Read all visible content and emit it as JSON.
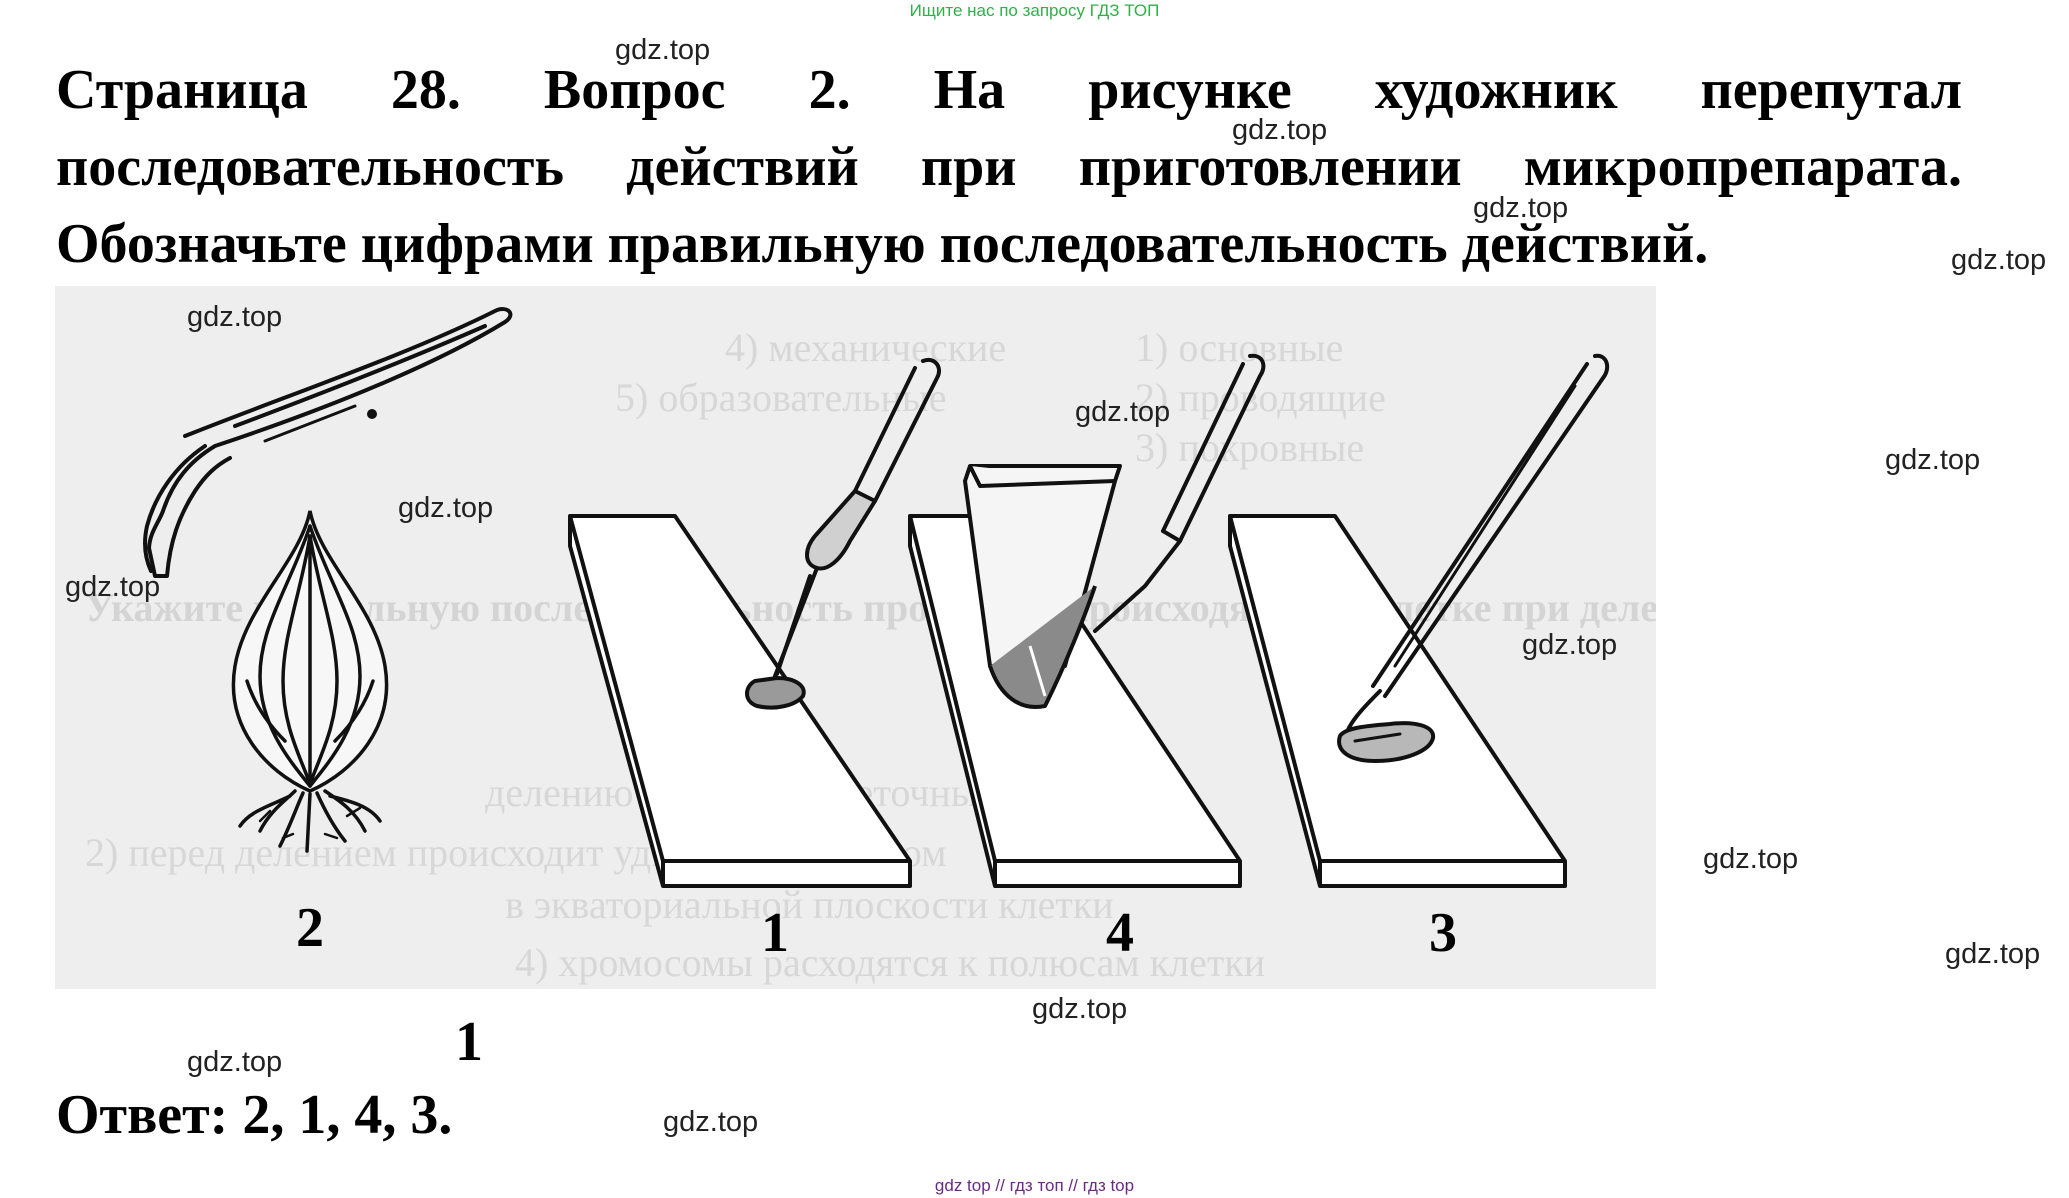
{
  "banner": "Ищите нас по запросу ГДЗ ТОП",
  "question": "Страница 28. Вопрос 2. На рисунке художник перепутал последовательность действий при приготовлении микропрепарата. Обозначьте цифрами правильную последовательность действий.",
  "figure": {
    "labels": [
      "2",
      "1",
      "4",
      "3"
    ],
    "items": [
      "onion-bulb-and-tweezers",
      "slide-with-pipette-drop",
      "slide-with-coverslip-and-needle",
      "slide-with-tweezers-and-skin"
    ],
    "background_text": [
      "2) проводящие",
      "3) покровные",
      "1) основные",
      "4) механические",
      "5) образовательные",
      "Укажите правильную последовательность процессов, происходящих в клетке при делении",
      "делению клеток на клеточные",
      "2) перед делением происходит удвоение хромосом",
      "в экваториальной плоскости клетки",
      "4) хромосомы расходятся к полюсам клетки"
    ]
  },
  "stray_digit": "1",
  "answer": "Ответ: 2, 1, 4, 3.",
  "watermarks": [
    "gdz.top",
    "gdz.top",
    "gdz.top",
    "gdz.top",
    "gdz.top",
    "gdz.top",
    "gdz.top",
    "gdz.top",
    "gdz.top",
    "gdz.top",
    "gdz.top",
    "gdz.top",
    "gdz.top",
    "gdz.top",
    "gdz.top"
  ],
  "footer": "gdz top // гдз топ // гдз top"
}
